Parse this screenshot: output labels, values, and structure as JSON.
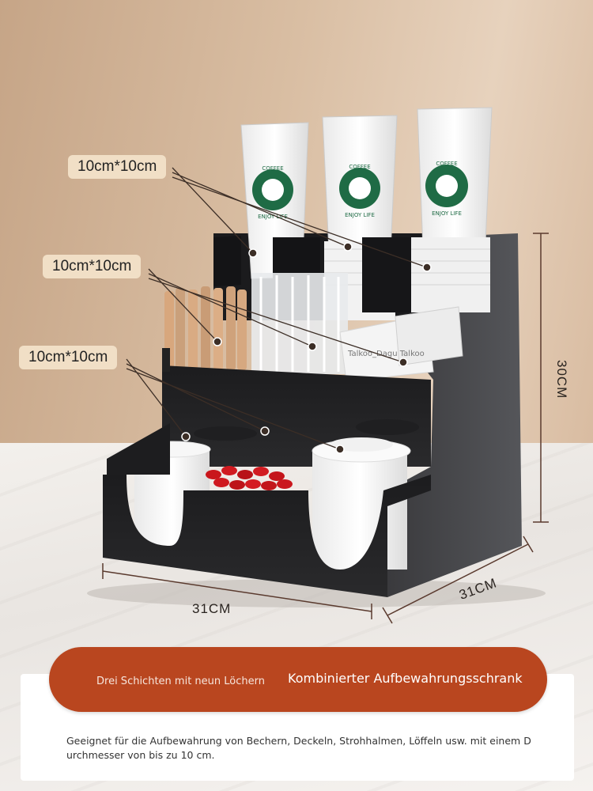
{
  "callouts": [
    {
      "text": "10cm*10cm"
    },
    {
      "text": "10cm*10cm"
    },
    {
      "text": "10cm*10cm"
    }
  ],
  "dimensions": {
    "height": "30CM",
    "width": "31CM",
    "depth": "31CM"
  },
  "cups": {
    "brand": "COFFEE",
    "slogan": "ENJOY LIFE"
  },
  "packets": {
    "label": "Talkoo_Dagu Talkoo"
  },
  "banner": {
    "left_text": "Drei Schichten mit neun Löchern",
    "right_text": "Kombinierter Aufbewahrungsschrank"
  },
  "description": "Geeignet für die Aufbewahrung von Bechern, Deckeln, Strohhalmen, Löffeln usw. mit einem Durchmesser von bis zu 10 cm.",
  "colors": {
    "organizer": "#2b2b2d",
    "banner": "#b9461f",
    "label_bg": "#f1dfc6",
    "cup_logo": "#1f6b45"
  }
}
